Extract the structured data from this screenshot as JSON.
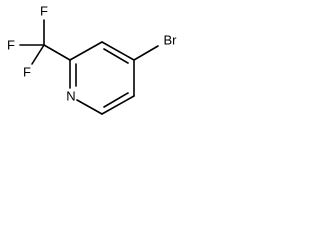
{
  "molecule": {
    "atoms": {
      "bromine": "Br",
      "nitrogen": "N",
      "fluorine_top": "F",
      "fluorine_left": "F",
      "fluorine_bottom": "F"
    },
    "colors": {
      "bond": "#000000",
      "label": "#000000",
      "background": "#ffffff"
    }
  }
}
